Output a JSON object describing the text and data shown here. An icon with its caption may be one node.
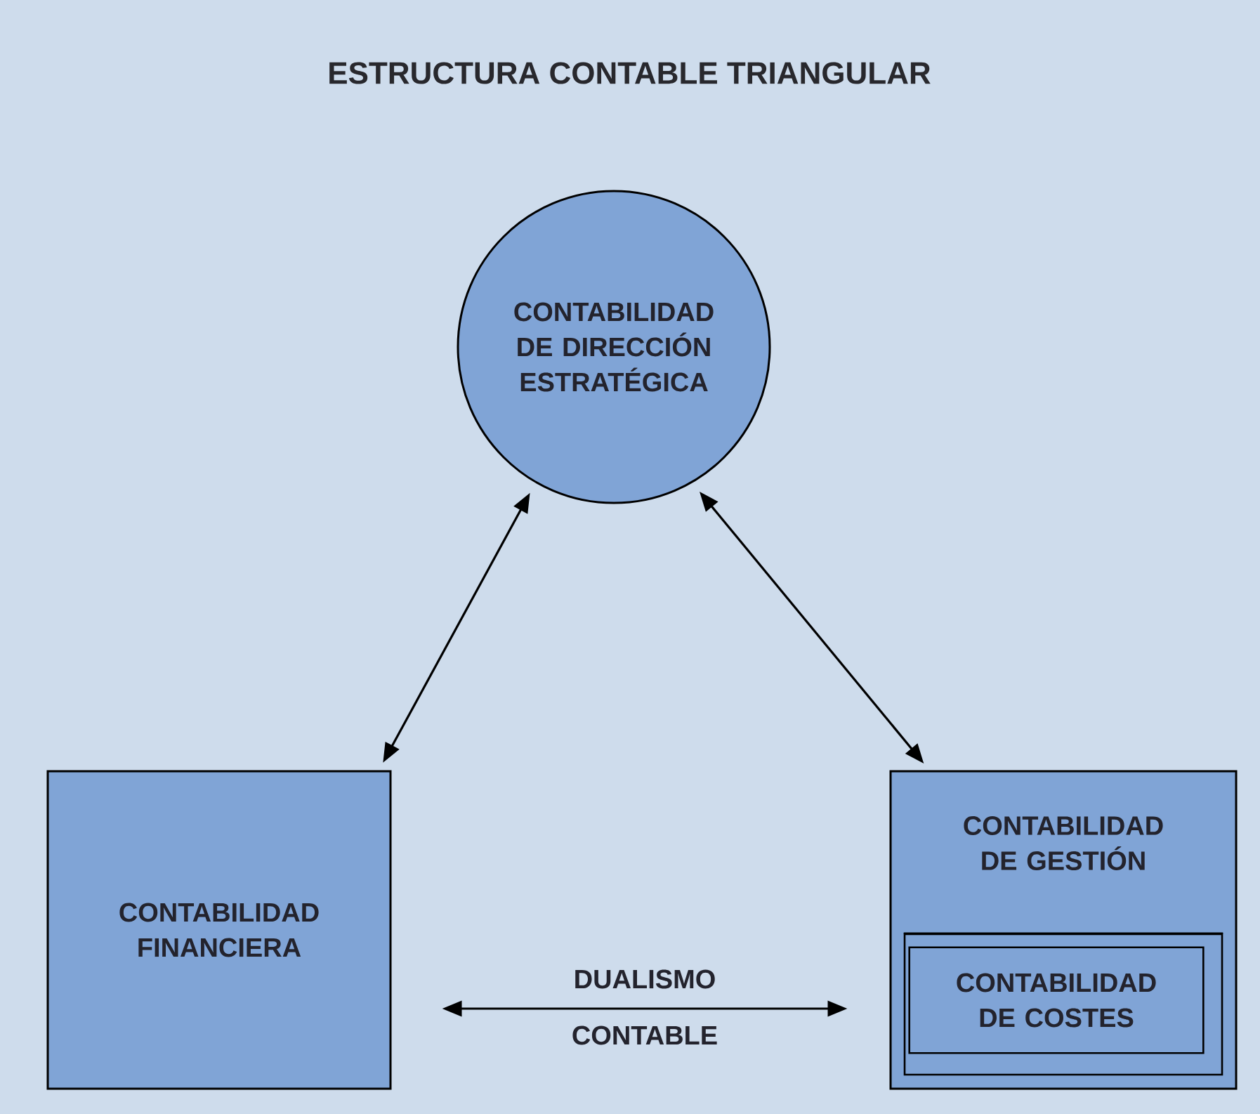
{
  "diagram": {
    "title": "ESTRUCTURA CONTABLE TRIANGULAR",
    "nodes": [
      {
        "text": [
          "CONTABILIDAD DE DIRECCIÓN ESTRATÉGICA"
        ]
      },
      {
        "text": [
          "CONTABILIDAD FINANCIERA"
        ]
      },
      {
        "text": [
          "CONTABILIDAD DE GESTIÓN"
        ]
      },
      {
        "text": [
          "CONTABILIDAD DE COSTES"
        ],
        "in": 2
      }
    ],
    "edges": [
      {
        "from": 0,
        "to": 1,
        "arrow": "both"
      },
      {
        "from": 0,
        "to": 2,
        "arrow": "both"
      },
      {
        "from": 1,
        "to": 2,
        "arrow": "both",
        "label": "DUALISMO CONTABLE"
      }
    ]
  }
}
